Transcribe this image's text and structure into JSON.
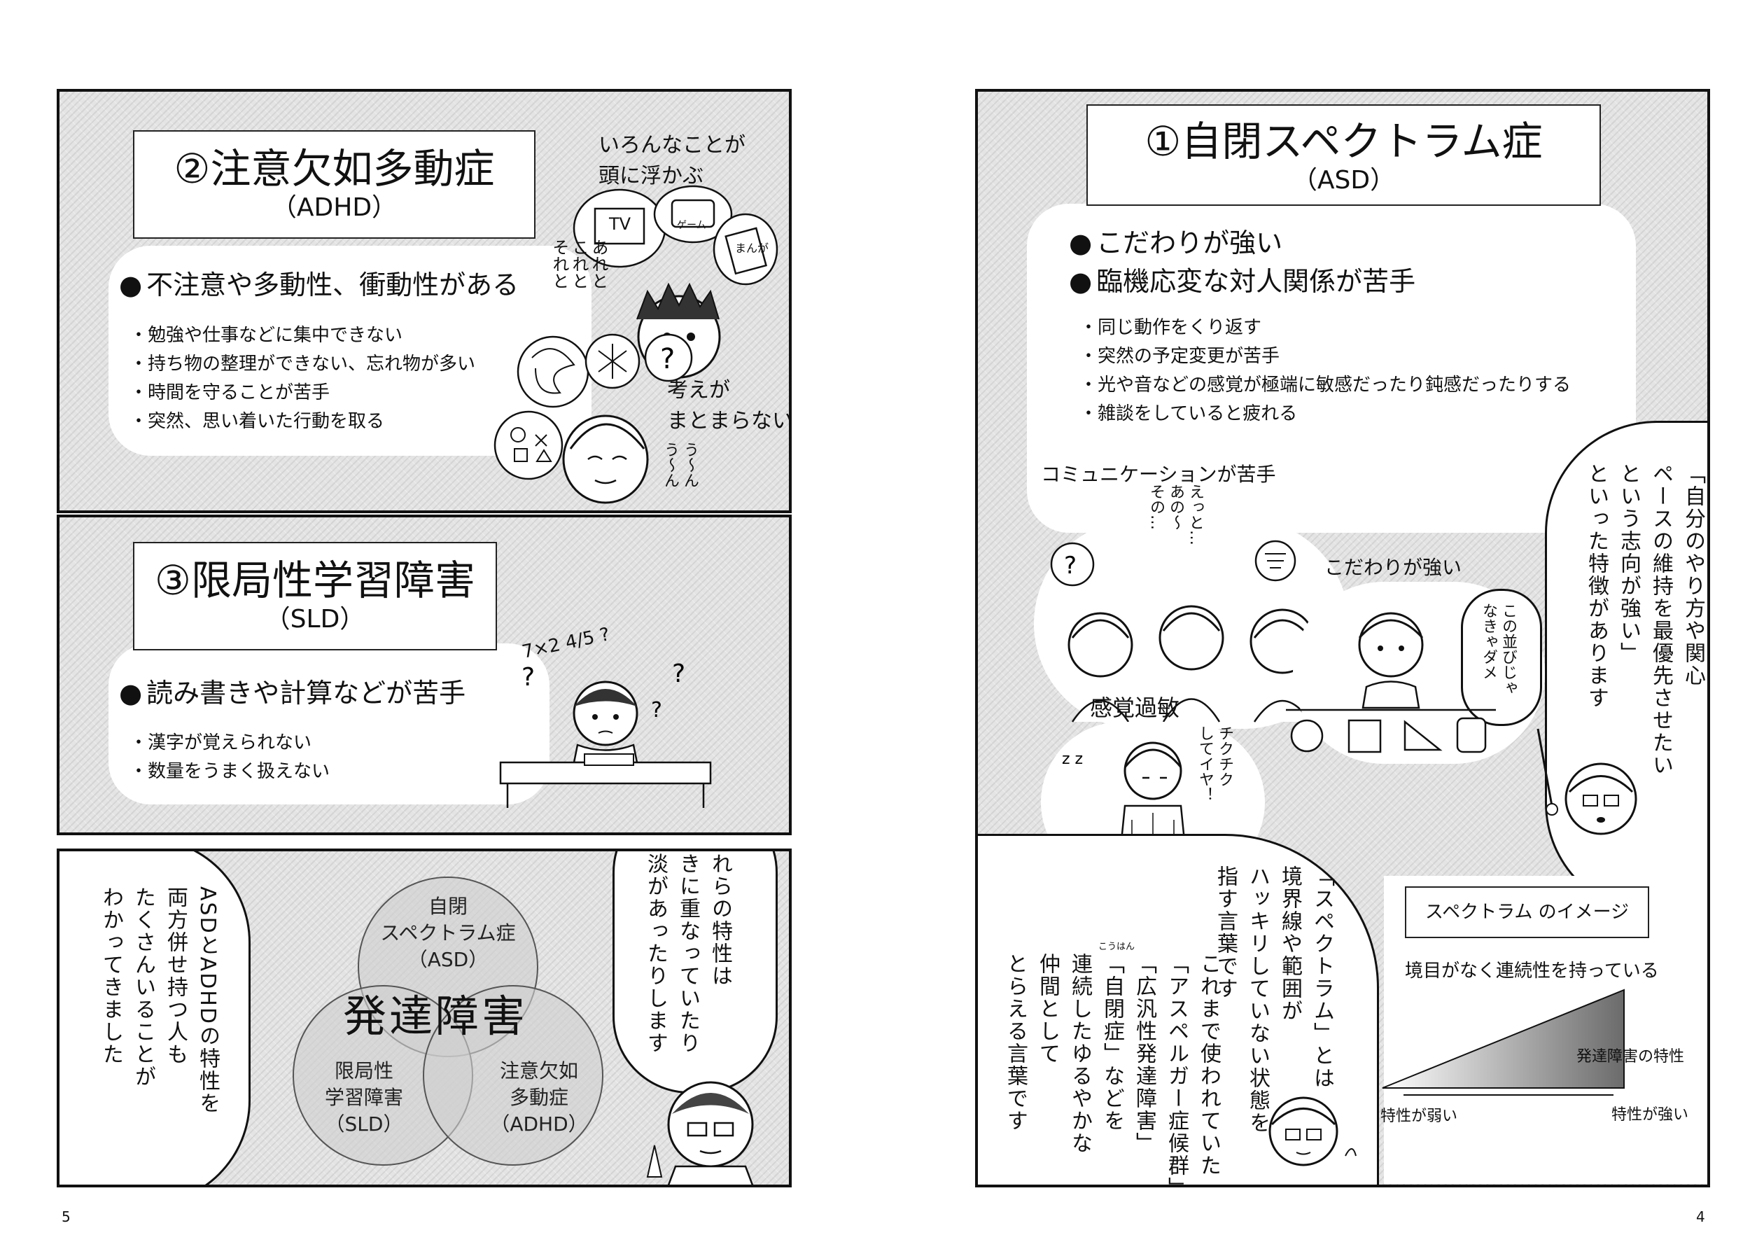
{
  "left_page": {
    "page_number": "5",
    "adhd": {
      "title": "②注意欠如多動症",
      "subtitle": "（ADHD）",
      "bullet": "不注意や多動性、衝動性がある",
      "items": [
        "勉強や仕事などに集中できない",
        "持ち物の整理ができない、忘れ物が多い",
        "時間を守ることが苦手",
        "突然、思い着いた行動を取る"
      ],
      "caption_thoughts": "いろんなことが\n頭に浮かぶ",
      "tv": "TV",
      "game": "ゲーム",
      "manga": "まんが",
      "are_kore": "あれと\nこれと\nそれと",
      "caption_confused": "考えが\nまとまらない",
      "uun": "う〜ん\nう〜ん"
    },
    "sld": {
      "title": "③限局性学習障害",
      "subtitle": "（SLD）",
      "bullet": "読み書きや計算などが苦手",
      "items": [
        "漢字が覚えられない",
        "数量をうまく扱えない"
      ],
      "math": "7×2 4/5 ?"
    },
    "venn": {
      "center": "発達障害",
      "asd": "自閉\nスペクトラム症\n（ASD）",
      "sld": "限局性\n学習障害\n（SLD）",
      "adhd": "注意欠如\n多動症\n（ADHD）",
      "bubble_left": "ASDとADHDの特性を\n両方併せ持つ人も\nたくさんいることが\nわかってきました",
      "bubble_right": "これらの特性は\nときに重なっていたり\n濃淡があったりします"
    }
  },
  "right_page": {
    "page_number": "4",
    "asd": {
      "title": "①自閉スペクトラム症",
      "subtitle": "（ASD）",
      "bullets": [
        "こだわりが強い",
        "臨機応変な対人関係が苦手"
      ],
      "items": [
        "同じ動作をくり返す",
        "突然の予定変更が苦手",
        "光や音などの感覚が極端に敏感だったり鈍感だったりする",
        "雑談をしていると疲れる"
      ],
      "bubble_quote": "「自分のやり方や関心\nペースの維持を最優先させたい\nという志向が強い」\nといった特徴があります",
      "caption_comm": "コミュニケーションが苦手",
      "comm_speech": "えっと…\nあの〜\nその…",
      "caption_kodawari": "こだわりが強い",
      "kodawari_speech": "この並びじゃ\nなきゃダメ",
      "caption_sense": "感覚過敏",
      "sense_speech": "チクチク\nしてイヤ！",
      "bubble_spectrum_left": "「スペクトラム」とは\n境界線や範囲が\nハッキリしていない状態を\n指す言葉です",
      "bubble_spectrum_right": "これまで使われていた\n「アスペルガー症候群」\n「広汎性発達障害」\n「自閉症」などを\n連続したゆるやかな\n仲間として\nとらえる言葉です",
      "ruby": "こうはん",
      "spectrum_box": "スペクトラム のイメージ",
      "spectrum_caption": "境目がなく連続性を持っている",
      "spectrum_label": "発達障害の特性",
      "weak": "特性が弱い",
      "strong": "特性が強い"
    }
  }
}
